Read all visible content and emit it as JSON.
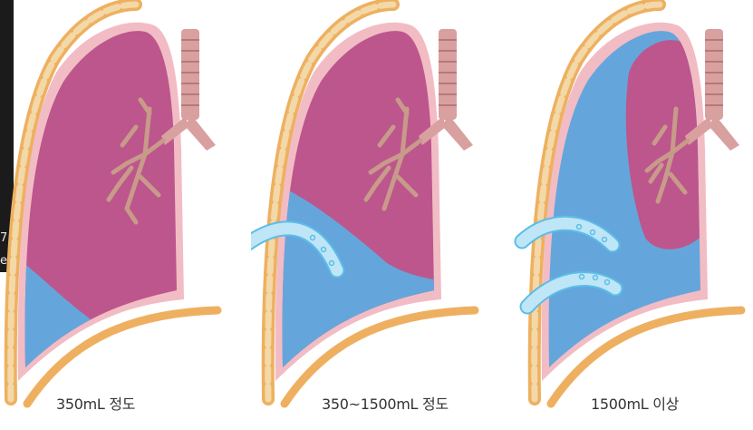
{
  "left_strip": {
    "line1": "7",
    "line2": "ed"
  },
  "panels": [
    {
      "id": "small",
      "caption": "350mL 정도",
      "fluid_level": "low",
      "tubes": 0
    },
    {
      "id": "medium",
      "caption": "350~1500mL 정도",
      "fluid_level": "middle",
      "tubes": 1
    },
    {
      "id": "large",
      "caption": "1500mL 이상",
      "fluid_level": "high",
      "tubes": 2
    }
  ],
  "colors": {
    "lung": "#bd568c",
    "fluid": "#64a6dc",
    "pleura": "#f2bcc4",
    "chest_wall": "#eeb060",
    "rib_segment": "#f3d8a8",
    "trachea": "#d9a0a0",
    "bronchi": "#c89a8a",
    "tube": "#bfe6f7",
    "tube_outline": "#5cbde8"
  }
}
